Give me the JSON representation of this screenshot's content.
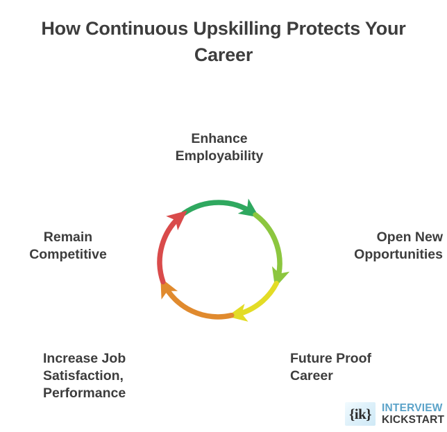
{
  "page": {
    "title": "How Continuous Upskilling Protects Your Career",
    "background_color": "#ffffff",
    "text_color": "#3d3d3d"
  },
  "chart_data": {
    "type": "diagram",
    "diagram_type": "cycle",
    "title": "How Continuous Upskilling Protects Your Career",
    "direction": "clockwise",
    "center": [
      315,
      380
    ],
    "radius": 88,
    "steps": [
      {
        "index": 1,
        "label": "Enhance\nEmployability",
        "position": "top",
        "arc_color": "#2fa85f",
        "arc_start_deg": -125,
        "arc_end_deg": -55
      },
      {
        "index": 2,
        "label": "Open New\nOpportunities",
        "position": "right",
        "arc_color": "#8cc63f",
        "arc_start_deg": -53,
        "arc_end_deg": 17
      },
      {
        "index": 3,
        "label": "Future Proof\nCareer",
        "position": "bottom-right",
        "arc_color": "#e3dc26",
        "arc_start_deg": 19,
        "arc_end_deg": 89
      },
      {
        "index": 4,
        "label": "Increase Job\nSatisfaction,\nPerformance",
        "position": "bottom-left",
        "arc_color": "#e08a2e",
        "arc_start_deg": 91,
        "arc_end_deg": 161
      },
      {
        "index": 5,
        "label": "Remain\nCompetitive",
        "position": "left",
        "arc_color": "#d94b4b",
        "arc_start_deg": 163,
        "arc_end_deg": 233
      }
    ]
  },
  "brand": {
    "mark": "{ik}",
    "line1": "INTERVIEW",
    "line2": "KICKSTART",
    "line1_color": "#5ba3c9",
    "line2_color": "#3a3a3a"
  }
}
